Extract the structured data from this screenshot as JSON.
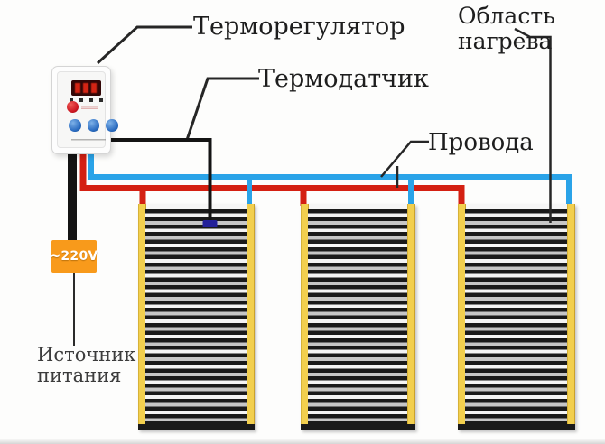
{
  "diagram": {
    "labels": {
      "thermostat": "Терморегулятор",
      "thermo_sensor": "Термодатчик",
      "heating_area_line1": "Область",
      "heating_area_line2": "нагрева",
      "wires": "Провода",
      "voltage": "~220V",
      "power_source_line1": "Источник",
      "power_source_line2": "питания"
    },
    "mats_count": 3,
    "colors": {
      "wire_red": "#d42012",
      "wire_blue": "#2aa3e8",
      "wire_black": "#141414",
      "leader_line": "#262626",
      "mat_yellow": "#f2cf4e",
      "mat_stripe": "#1a1a1a",
      "voltage_box": "#f89a1b",
      "voltage_text": "#ffffff",
      "sensor_blob": "#232099",
      "label_text": "#1e1e1e",
      "device_red_button": "#cc1722",
      "device_blue_button": "#2a6bc0",
      "display_bg": "#330707",
      "display_digit": "#e22816"
    }
  }
}
